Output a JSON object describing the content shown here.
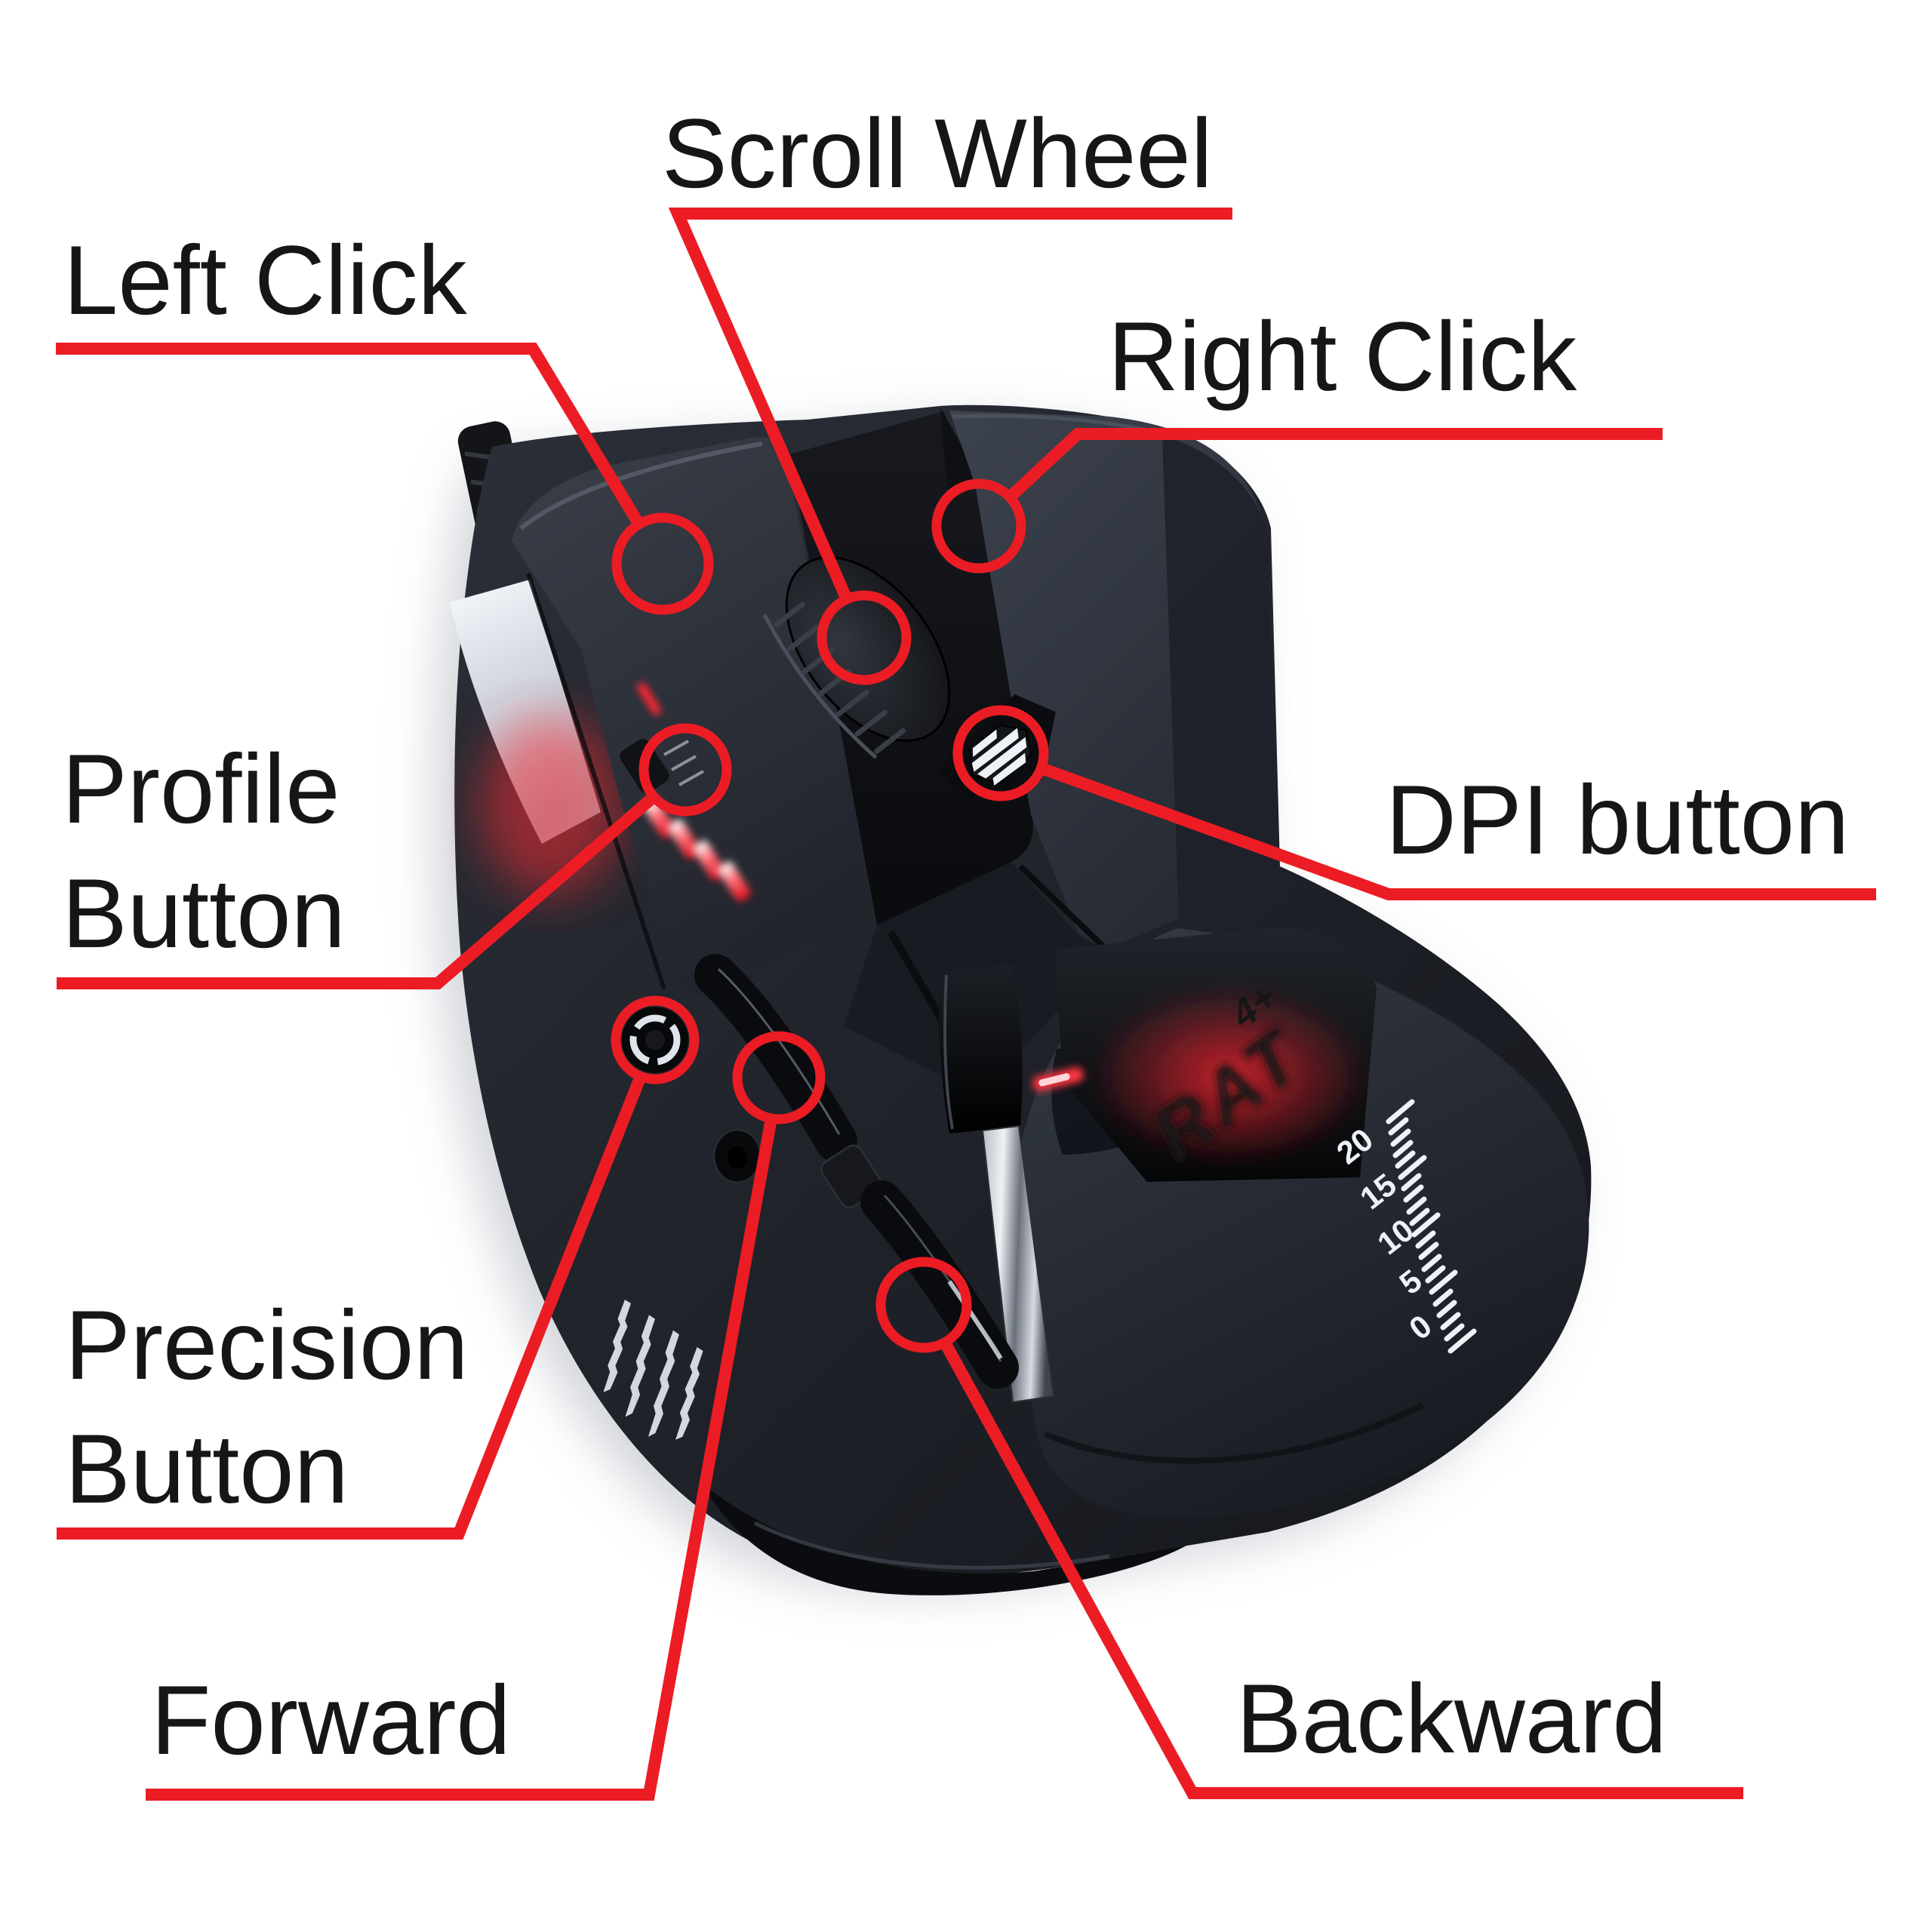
{
  "figure": {
    "type": "labeled-product-callout-diagram",
    "subject": "gaming mouse button guide"
  },
  "colors": {
    "background": "#ffffff",
    "callout_red": "#EC1C24",
    "label_text": "#161616",
    "led_red": "#ff2633",
    "logo_red": "#ef2430",
    "scale_white": "#eef1f6",
    "body_dark": "#2b2f38"
  },
  "callouts": {
    "scroll_wheel": {
      "label": "Scroll Wheel"
    },
    "left_click": {
      "label": "Left Click"
    },
    "right_click": {
      "label": "Right Click"
    },
    "profile": {
      "line1": "Profile",
      "line2": "Button"
    },
    "dpi": {
      "label": "DPI button"
    },
    "precision": {
      "line1": "Precision",
      "line2": "Button"
    },
    "forward": {
      "label": "Forward"
    },
    "backward": {
      "label": "Backward"
    }
  },
  "mouse": {
    "logo_text": "RAT",
    "logo_badge": "4+",
    "dpi_scale_labels": [
      "20",
      "15",
      "10",
      "5",
      "0"
    ]
  }
}
